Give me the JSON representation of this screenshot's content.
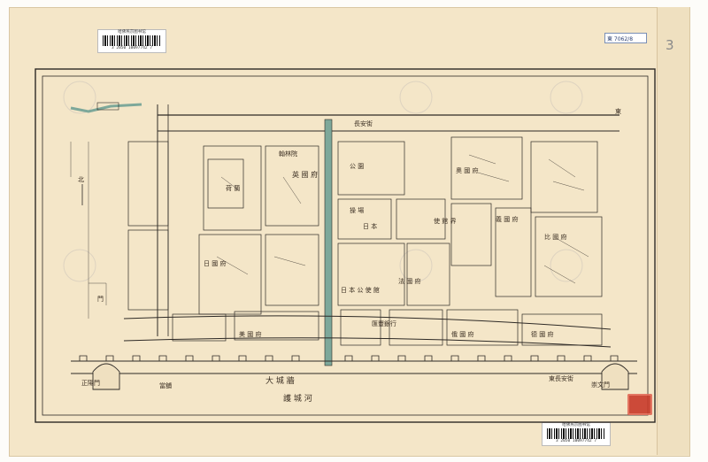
{
  "library_header": "哈佛燕京图书馆",
  "barcodes": [
    {
      "number": "3 2050 10097742 7"
    },
    {
      "number": "3 2050 10097742 7"
    }
  ],
  "call_number_tag": "東 7062/8",
  "pencil_mark": "3",
  "labels": {
    "legation_street": "使 館 界",
    "hanlin": "翰林院",
    "british_legation": "英 國 府",
    "park": "公 園",
    "plaza": "操 場",
    "italy": "義 國 府",
    "german": "德 國 府",
    "japan_compass": "日 本",
    "austria": "奧 國 府",
    "japan": "日 本 公 使 館",
    "france": "法 國 府",
    "spain": "日 國 府",
    "belgium": "比 國 府",
    "usa": "美 國 府",
    "russia": "俄 國 府",
    "netherlands": "荷 蘭",
    "zhengyang_gate": "正陽門",
    "chongwen_gate": "崇文門",
    "inner_city_wall": "大 城 牆",
    "moat": "護 城 河",
    "north": "北",
    "east": "東",
    "inner_gate": "門",
    "pawnshop": "當舖",
    "bank_note": "匯豐銀行",
    "east_note": "東長安街",
    "changan": "長安街"
  },
  "colors": {
    "canal": "#7da89a",
    "line": "#2e2a26",
    "paper": "#f4e6c8",
    "seal": "#c83a2a"
  }
}
